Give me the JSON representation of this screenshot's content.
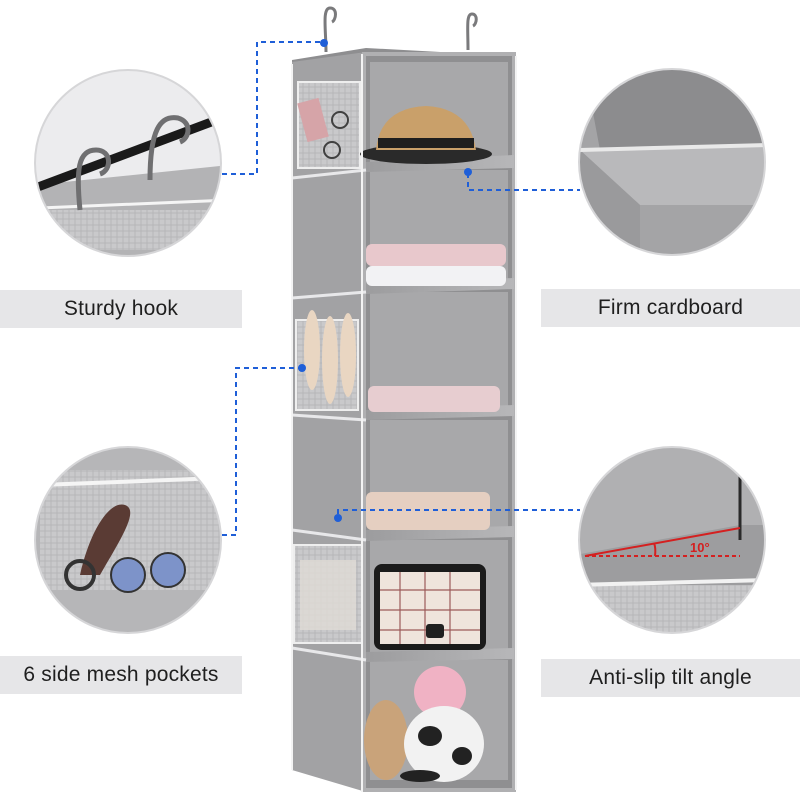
{
  "labels": {
    "hook": "Sturdy hook",
    "cardboard": "Firm cardboard",
    "mesh": "6 side mesh pockets",
    "tilt": "Anti-slip tilt angle"
  },
  "tilt_angle_text": "10°",
  "colors": {
    "label_bg": "#e6e6e8",
    "organizer_gray": "#a9a9ab",
    "callout_blue": "#1f5fd8",
    "angle_red": "#d42020"
  }
}
